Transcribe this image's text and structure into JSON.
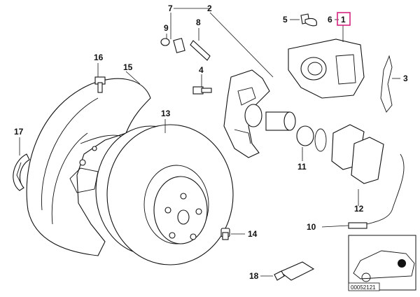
{
  "callouts": {
    "c1": "1",
    "c2": "2",
    "c3": "3",
    "c4": "4",
    "c5": "5",
    "c6": "6",
    "c7": "7",
    "c8": "8",
    "c9": "9",
    "c10": "10",
    "c11": "11",
    "c12": "12",
    "c13": "13",
    "c14": "14",
    "c15": "15",
    "c16": "16",
    "c17": "17",
    "c18": "18"
  },
  "reference_code": "00052121",
  "highlight_color": "#d6247f"
}
